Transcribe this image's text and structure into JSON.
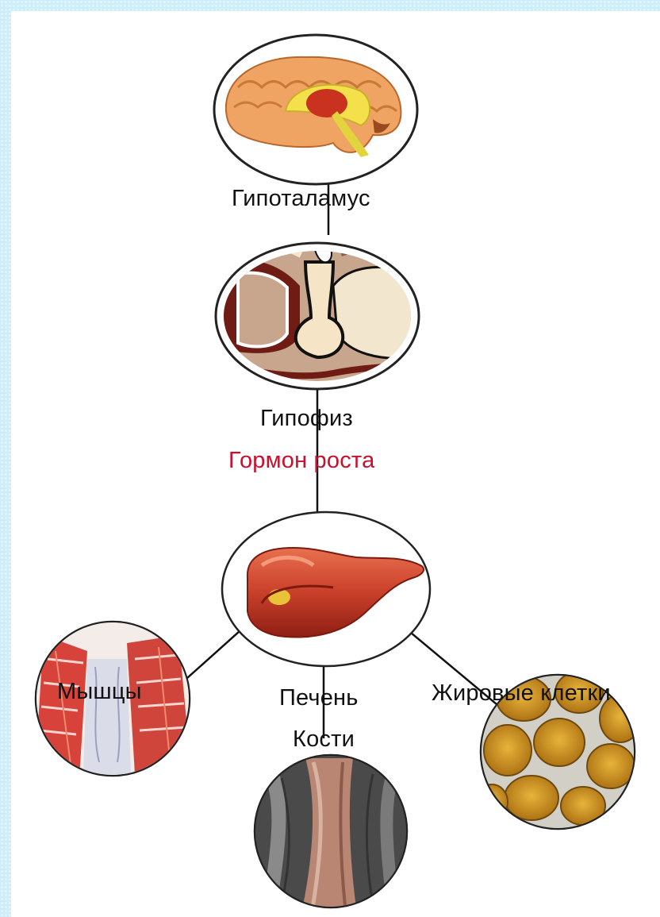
{
  "labels": {
    "hypothalamus": "Гипоталамус",
    "pituitary": "Гипофиз",
    "growth_hormone": "Гормон роста",
    "muscles": "Мышцы",
    "liver": "Печень",
    "bones": "Кости",
    "fat_cells": "Жировые клетки"
  },
  "colors": {
    "hormone_label": "#c8102e",
    "background_border": "#cdeef8",
    "connector": "#111111"
  },
  "icons": [
    "brain-icon",
    "pituitary-icon",
    "liver-icon",
    "muscle-icon",
    "bone-icon",
    "fat-cells-icon"
  ]
}
